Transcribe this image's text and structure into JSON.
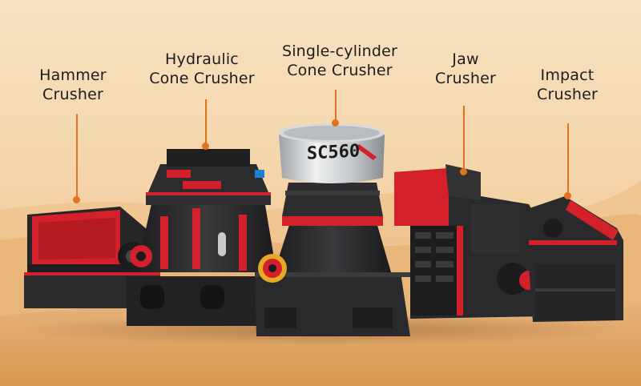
{
  "labels": {
    "hammer": {
      "line1": "Hammer",
      "line2": "Crusher"
    },
    "hydraulic": {
      "line1": "Hydraulic",
      "line2": "Cone Crusher"
    },
    "single": {
      "line1": "Single-cylinder",
      "line2": "Cone Crusher"
    },
    "jaw": {
      "line1": "Jaw",
      "line2": "Crusher"
    },
    "impact": {
      "line1": "Impact",
      "line2": "Crusher"
    }
  },
  "machine_text": {
    "model": "SC560"
  },
  "colors": {
    "sky_top": "#f6dcb4",
    "sand": "#e7b77f",
    "machine_dark": "#2a2a2c",
    "machine_red": "#d3202a",
    "accent_orange": "#e0731b"
  }
}
